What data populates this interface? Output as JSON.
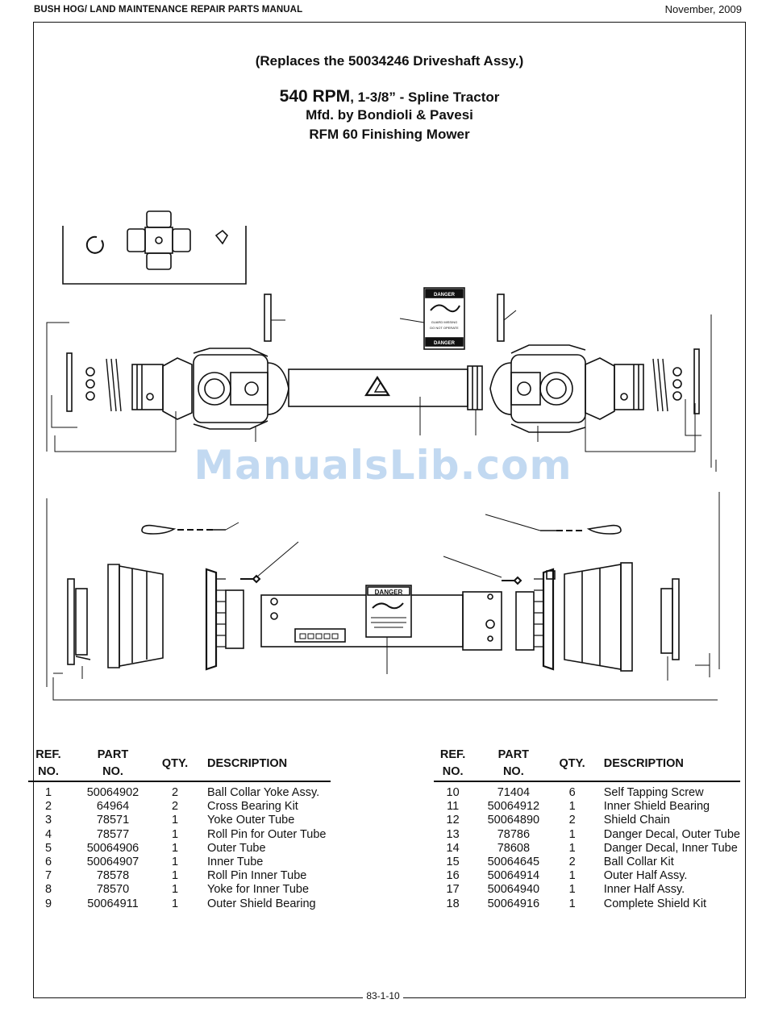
{
  "header": {
    "manual_title": "BUSH HOG/ LAND MAINTENANCE REPAIR PARTS MANUAL",
    "date": "November, 2009"
  },
  "title": {
    "replaces": "(Replaces the 50034246 Driveshaft Assy.)",
    "rpm": "540 RPM",
    "spline": ", 1-3/8” - Spline Tractor",
    "manufacturer": "Mfd. by Bondioli & Pavesi",
    "model": "RFM 60 Finishing Mower"
  },
  "diagram": {
    "danger_top": "DANGER",
    "danger_bottom": "DANGER",
    "danger_mid_text_1": "GUARD MISSING",
    "danger_mid_text_2": "DO NOT OPERATE",
    "danger_decal_lower": "DANGER"
  },
  "watermark": "ManualsLib.com",
  "parts_table": {
    "headers": {
      "ref": "REF.",
      "no": "NO.",
      "part": "PART",
      "part_no": "NO.",
      "qty": "QTY.",
      "description": "DESCRIPTION"
    },
    "left": [
      {
        "ref": "1",
        "part": "50064902",
        "qty": "2",
        "desc": "Ball Collar Yoke Assy."
      },
      {
        "ref": "2",
        "part": "64964",
        "qty": "2",
        "desc": "Cross Bearing Kit"
      },
      {
        "ref": "3",
        "part": "78571",
        "qty": "1",
        "desc": "Yoke Outer Tube"
      },
      {
        "ref": "4",
        "part": "78577",
        "qty": "1",
        "desc": "Roll Pin for Outer Tube"
      },
      {
        "ref": "5",
        "part": "50064906",
        "qty": "1",
        "desc": "Outer Tube"
      },
      {
        "ref": "6",
        "part": "50064907",
        "qty": "1",
        "desc": "Inner Tube"
      },
      {
        "ref": "7",
        "part": "78578",
        "qty": "1",
        "desc": "Roll Pin Inner Tube"
      },
      {
        "ref": "8",
        "part": "78570",
        "qty": "1",
        "desc": "Yoke for Inner Tube"
      },
      {
        "ref": "9",
        "part": "50064911",
        "qty": "1",
        "desc": "Outer Shield Bearing"
      }
    ],
    "right": [
      {
        "ref": "10",
        "part": "71404",
        "qty": "6",
        "desc": "Self Tapping Screw"
      },
      {
        "ref": "11",
        "part": "50064912",
        "qty": "1",
        "desc": "Inner Shield Bearing"
      },
      {
        "ref": "12",
        "part": "50064890",
        "qty": "2",
        "desc": "Shield Chain"
      },
      {
        "ref": "13",
        "part": "78786",
        "qty": "1",
        "desc": "Danger Decal, Outer Tube"
      },
      {
        "ref": "14",
        "part": "78608",
        "qty": "1",
        "desc": "Danger Decal, Inner Tube"
      },
      {
        "ref": "15",
        "part": "50064645",
        "qty": "2",
        "desc": "Ball Collar Kit"
      },
      {
        "ref": "16",
        "part": "50064914",
        "qty": "1",
        "desc": "Outer Half Assy."
      },
      {
        "ref": "17",
        "part": "50064940",
        "qty": "1",
        "desc": "Inner Half Assy."
      },
      {
        "ref": "18",
        "part": "50064916",
        "qty": "1",
        "desc": "Complete Shield Kit"
      }
    ]
  },
  "footer": {
    "page_number": "83-1-10"
  }
}
